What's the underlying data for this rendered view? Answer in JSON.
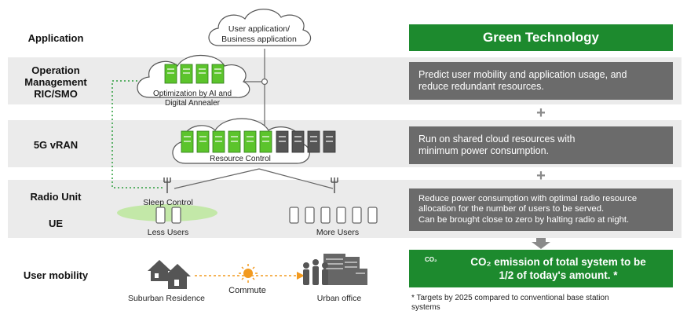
{
  "rows": {
    "application": "Application",
    "operation": [
      "Operation",
      "Management",
      "RIC/SMO"
    ],
    "vran": "5G vRAN",
    "radio_unit": "Radio Unit",
    "ue": "UE",
    "user_mobility": "User mobility"
  },
  "diagram": {
    "user_app_cloud": [
      "User application/",
      "Business application"
    ],
    "optimization_cloud": [
      "Optimization by AI and",
      "Digital Annealer"
    ],
    "resource_control": "Resource Control",
    "sleep_control": "Sleep Control",
    "less_users": "Less Users",
    "more_users": "More Users",
    "suburban": "Suburban Residence",
    "commute": "Commute",
    "urban": "Urban office"
  },
  "right": {
    "title": "Green Technology",
    "box1": [
      "Predict user mobility and application usage, and",
      "reduce redundant resources."
    ],
    "box2": [
      "Run on shared cloud resources with",
      "minimum power consumption."
    ],
    "box3": [
      "Reduce power consumption with optimal radio resource",
      "allocation for the number of users to be served.",
      "Can be brought close to zero by halting radio at night."
    ],
    "result": [
      "CO₂ emission of total system to be",
      "1/2 of today's amount. *"
    ],
    "co2_icon_label": "CO₂",
    "plus": "+",
    "footnote": [
      "* Targets by 2025 compared to conventional base station",
      "systems"
    ]
  },
  "colors": {
    "green": "#1d8a2e",
    "server_green": "#5cc42c",
    "server_grey": "#555555",
    "band": "#ebebeb",
    "box_grey": "#6b6b6b",
    "commute_orange": "#f29a1f"
  }
}
